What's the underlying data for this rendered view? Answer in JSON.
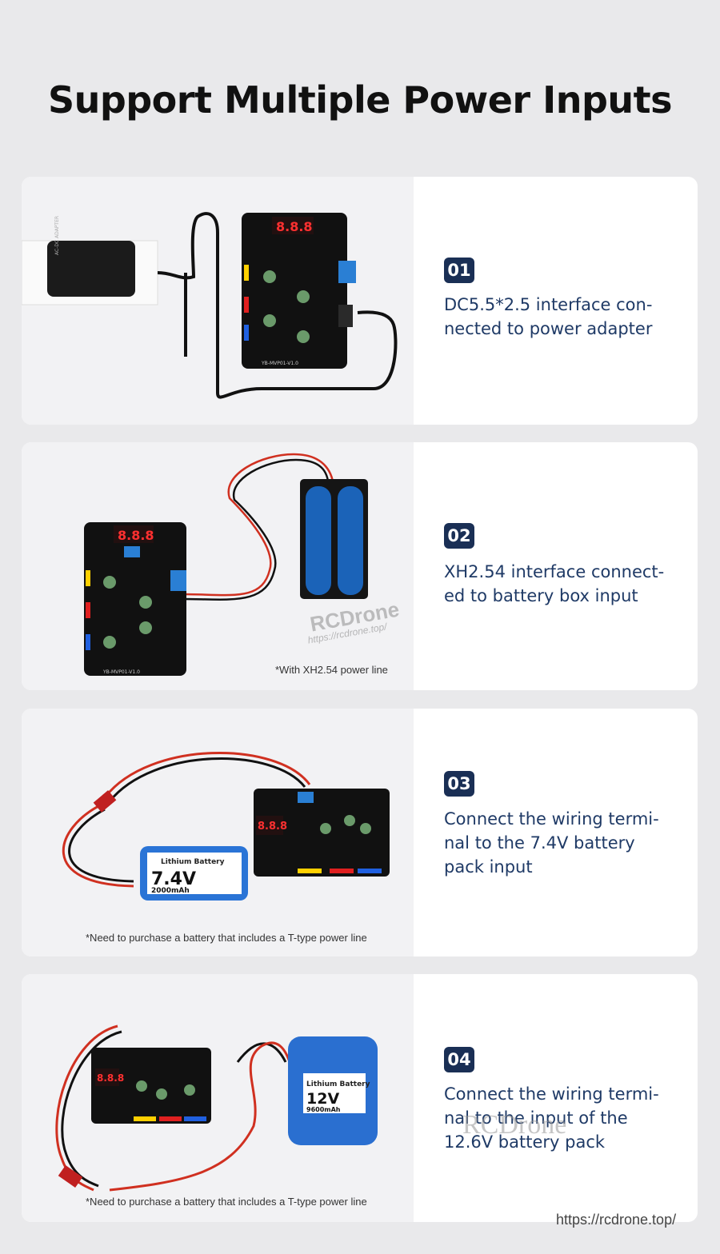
{
  "page": {
    "title": "Support Multiple Power Inputs",
    "accent_color": "#1a2f55",
    "text_color": "#1f3a66"
  },
  "watermark": {
    "brand": "RCDrone",
    "brand_overlay": "RCDrone",
    "url_small": "https://rcdrone.top/",
    "url": "https://rcdrone.top/"
  },
  "cards": [
    {
      "number": "01",
      "description": "DC5.5*2.5 interface con-\nnected to power adapter",
      "note": "",
      "photo": {
        "adapter_label": "AC-DC ADAPTER",
        "display": "8.8.8",
        "board_id": "YB-MVP01-V1.0"
      }
    },
    {
      "number": "02",
      "description": "XH2.54 interface connect-\ned to battery box input",
      "note": "*With XH2.54 power line",
      "photo": {
        "display": "8.8.8",
        "board_id": "YB-MVP01-V1.0"
      }
    },
    {
      "number": "03",
      "description": "Connect the wiring termi-\nnal to the 7.4V battery\npack input",
      "note": "*Need to purchase a battery that includes a T-type power line",
      "photo": {
        "battery_title": "Lithium Battery",
        "battery_voltage": "7.4V",
        "battery_capacity": "2000mAh",
        "display": "8.8.8"
      }
    },
    {
      "number": "04",
      "description": "Connect the wiring termi-\nnal to the input of the\n12.6V battery pack",
      "note": "*Need to purchase a battery that includes a T-type power line",
      "photo": {
        "battery_title": "Lithium Battery",
        "battery_voltage": "12V",
        "battery_capacity": "9600mAh",
        "display": "8.8.8"
      }
    }
  ]
}
